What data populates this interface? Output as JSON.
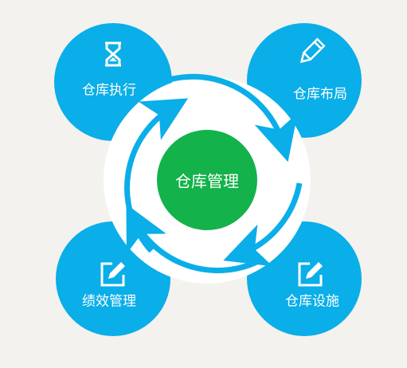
{
  "colors": {
    "background": "#f3f2ee",
    "blue": "#0aaee8",
    "white_ring": "#ffffff",
    "green": "#14b24a"
  },
  "center": {
    "label": "仓库管理",
    "icon": "none"
  },
  "nodes": [
    {
      "id": "top-left",
      "label": "仓库执行",
      "icon": "hourglass-icon"
    },
    {
      "id": "top-right",
      "label": "仓库布局",
      "icon": "pencil-icon"
    },
    {
      "id": "bottom-left",
      "label": "绩效管理",
      "icon": "edit-icon"
    },
    {
      "id": "bottom-right",
      "label": "仓库设施",
      "icon": "edit-icon"
    }
  ]
}
